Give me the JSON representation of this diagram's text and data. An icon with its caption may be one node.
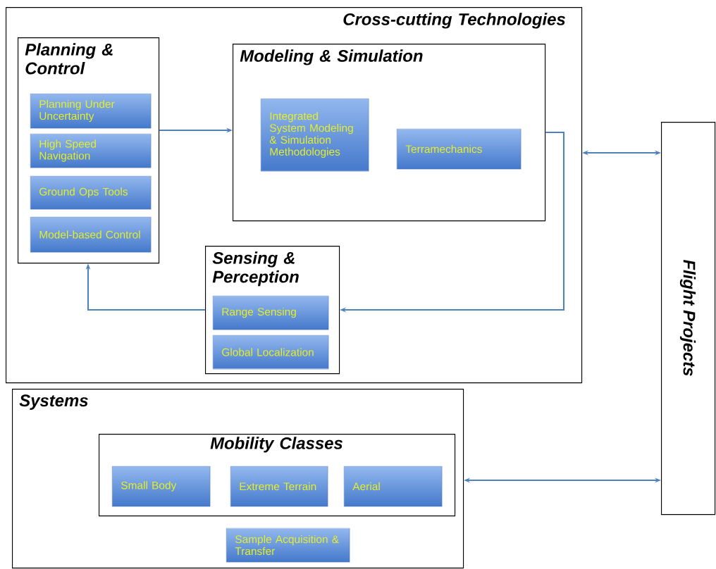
{
  "diagram": {
    "nodes": [
      {
        "text": [
          "Cross-cutting Technologies"
        ]
      },
      {
        "text": [
          "Planning & Control"
        ],
        "in": 0
      },
      {
        "text": [
          "Planning Under Uncertainty"
        ],
        "in": 1
      },
      {
        "text": [
          "High Speed Navigation"
        ],
        "in": 1
      },
      {
        "text": [
          "Ground Ops Tools"
        ],
        "in": 1
      },
      {
        "text": [
          "Model-based Control"
        ],
        "in": 1
      },
      {
        "text": [
          "Modeling & Simulation"
        ],
        "in": 0
      },
      {
        "text": [
          "Integrated System Modeling & Simulation Methodologies"
        ],
        "in": 6
      },
      {
        "text": [
          "Terramechanics"
        ],
        "in": 6
      },
      {
        "text": [
          "Sensing & Perception"
        ],
        "in": 0
      },
      {
        "text": [
          "Range Sensing"
        ],
        "in": 9
      },
      {
        "text": [
          "Global Localization"
        ],
        "in": 9
      },
      {
        "text": [
          "Flight Projects"
        ]
      },
      {
        "text": [
          "Systems"
        ]
      },
      {
        "text": [
          "Mobility Classes"
        ],
        "in": 13
      },
      {
        "text": [
          "Small Body"
        ],
        "in": 14
      },
      {
        "text": [
          "Extreme Terrain"
        ],
        "in": 14
      },
      {
        "text": [
          "Aerial"
        ],
        "in": 14
      },
      {
        "text": [
          "Sample Acquisition & Transfer"
        ],
        "in": 13
      }
    ],
    "edges": [
      {
        "from": 1,
        "to": 6,
        "arrow": "to"
      },
      {
        "from": 6,
        "to": 9,
        "arrow": "to"
      },
      {
        "from": 9,
        "to": 1,
        "arrow": "to"
      },
      {
        "from": 0,
        "to": 12,
        "arrow": "both"
      },
      {
        "from": 13,
        "to": 12,
        "arrow": "both"
      }
    ]
  }
}
